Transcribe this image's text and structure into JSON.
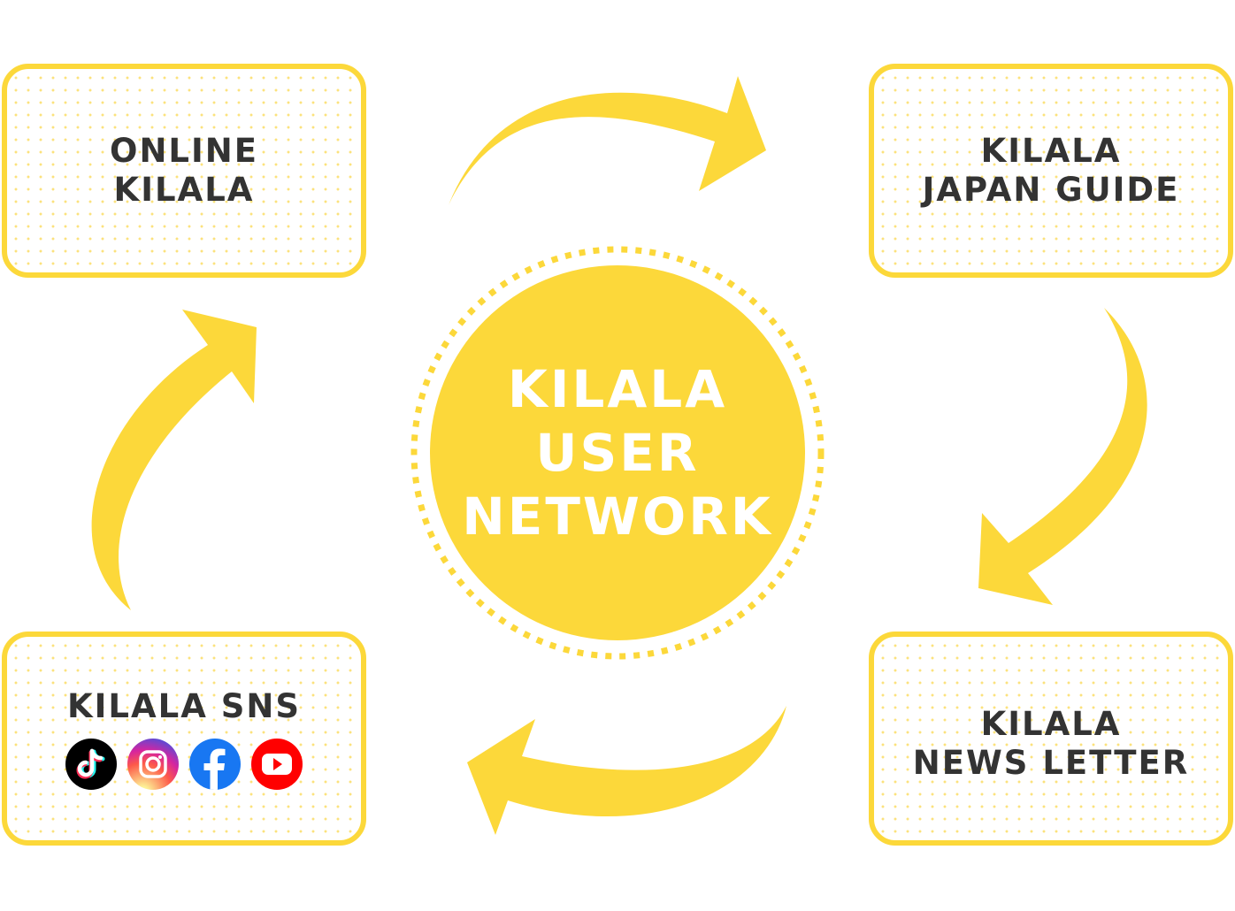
{
  "boxes": {
    "online_kilala": "ONLINE\nKILALA",
    "japan_guide": "KILALA\nJAPAN GUIDE",
    "sns": "KILALA SNS",
    "news_letter": "KILALA\nNEWS LETTER"
  },
  "center": {
    "title": "KILALA\nUSER\nNETWORK"
  },
  "sns_icons": [
    "tiktok-icon",
    "instagram-icon",
    "facebook-icon",
    "youtube-icon"
  ],
  "colors": {
    "accent": "#fcd83a",
    "text": "#333333",
    "center_text": "#ffffff"
  }
}
